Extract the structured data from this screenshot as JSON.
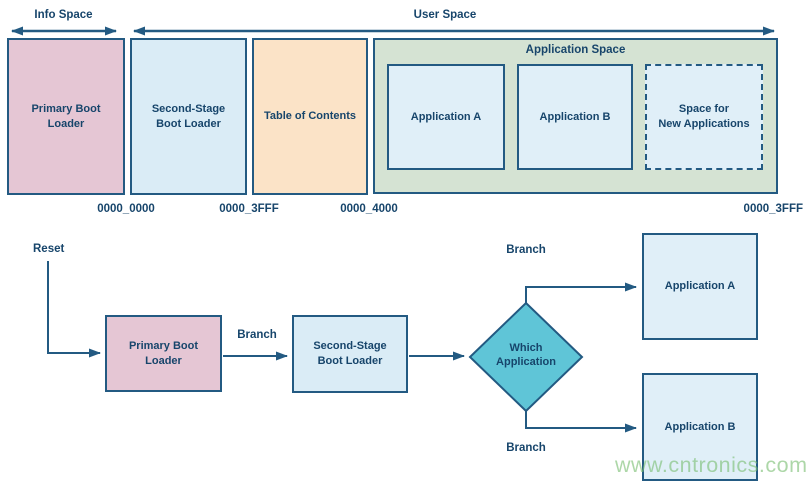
{
  "colors": {
    "navy_text": "#17456b",
    "outline": "#235a82",
    "pink_fill": "#e5c6d4",
    "light_blue_fill": "#daecf6",
    "lighter_blue_fill": "#e0eff8",
    "peach_fill": "#fbe3c7",
    "green_fill": "#d5e3d3",
    "teal_fill": "#5fc5d7",
    "watermark_green": "#7cbf74"
  },
  "memory_map": {
    "info_space_label": "Info Space",
    "user_space_label": "User Space",
    "blocks": {
      "primary_boot_loader": "Primary Boot\nLoader",
      "second_stage_boot_loader": "Second-Stage\nBoot Loader",
      "table_of_contents": "Table of Contents",
      "application_space": "Application Space",
      "application_a": "Application A",
      "application_b": "Application B",
      "space_for_new_applications": "Space for\nNew Applications"
    },
    "addresses": [
      "0000_0000",
      "0000_3FFF",
      "0000_4000",
      "0000_3FFF"
    ]
  },
  "flowchart": {
    "reset_label": "Reset",
    "branch_label_mid": "Branch",
    "branch_label_top": "Branch",
    "branch_label_bottom": "Branch",
    "nodes": {
      "primary_boot_loader": "Primary Boot\nLoader",
      "second_stage_boot_loader": "Second-Stage\nBoot Loader",
      "decision": "Which\nApplication",
      "application_a": "Application A",
      "application_b": "Application B"
    }
  },
  "watermark": "www.cntronics.com"
}
